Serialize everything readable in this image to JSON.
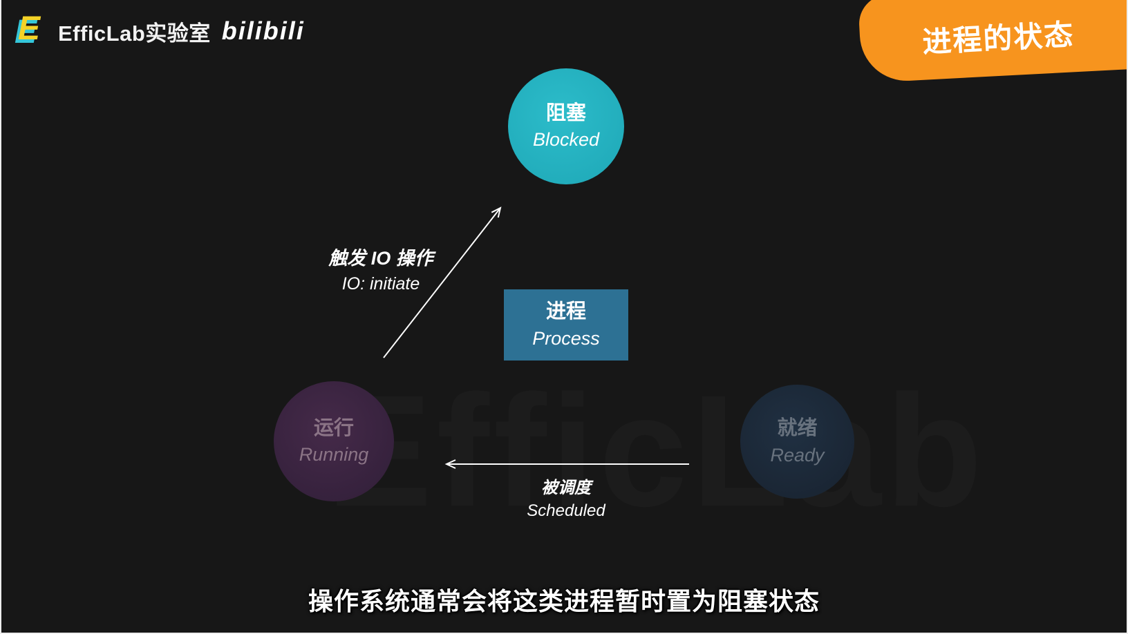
{
  "header": {
    "efficlab_icon_letter": "E",
    "efficlab_label": "EfficLab实验室",
    "bilibili_label": "bilibili",
    "badge": "进程的状态"
  },
  "diagram": {
    "blocked": {
      "zh": "阻塞",
      "en": "Blocked",
      "color": "#25b4c3"
    },
    "process": {
      "zh": "进程",
      "en": "Process",
      "color": "#2d7194"
    },
    "running": {
      "zh": "运行",
      "en": "Running",
      "color": "#3c2440"
    },
    "ready": {
      "zh": "就绪",
      "en": "Ready",
      "color": "#1b2938"
    },
    "io_edge": {
      "zh": "触发 IO 操作",
      "en": "IO: initiate"
    },
    "sched_edge": {
      "zh": "被调度",
      "en": "Scheduled"
    }
  },
  "watermark": "EfficLab",
  "subtitle": "操作系统通常会将这类进程暂时置为阻塞状态",
  "colors": {
    "background": "#171717",
    "banner_orange": "#f7941e",
    "arrow": "#ffffff"
  }
}
